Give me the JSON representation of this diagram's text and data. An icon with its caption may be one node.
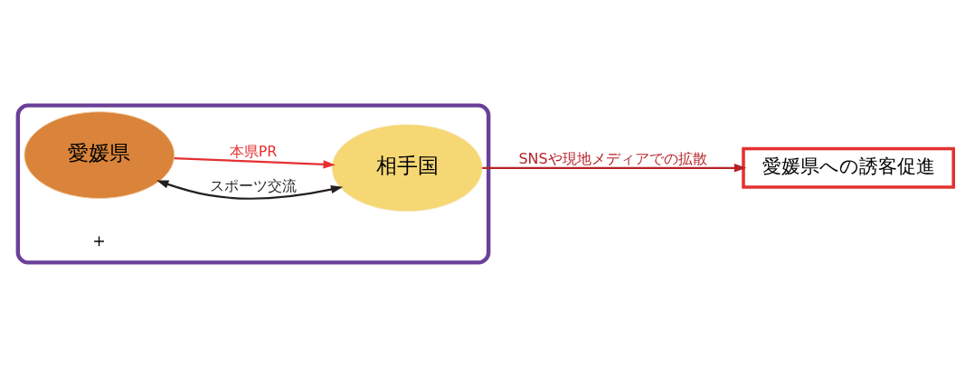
{
  "diagram": {
    "nodes": [
      {
        "text": [],
        "shape": "box"
      },
      {
        "text": [
          "愛媛県"
        ],
        "in": 0
      },
      {
        "text": [
          "相手国"
        ],
        "in": 0
      },
      {
        "text": [
          "愛媛県への誘客促進"
        ]
      }
    ],
    "edges": [
      {
        "from": 1,
        "to": 2,
        "arrow": "both",
        "label": "スポーツ交流",
        "color": "#231f20"
      },
      {
        "from": 1,
        "to": 2,
        "arrow": "to",
        "label": "本県PR",
        "color": "#e53030"
      },
      {
        "from": 2,
        "to": 3,
        "arrow": "to",
        "label": "SNSや現地メディアでの拡散",
        "color": "#b52228"
      }
    ],
    "labels": [
      "＋"
    ]
  }
}
